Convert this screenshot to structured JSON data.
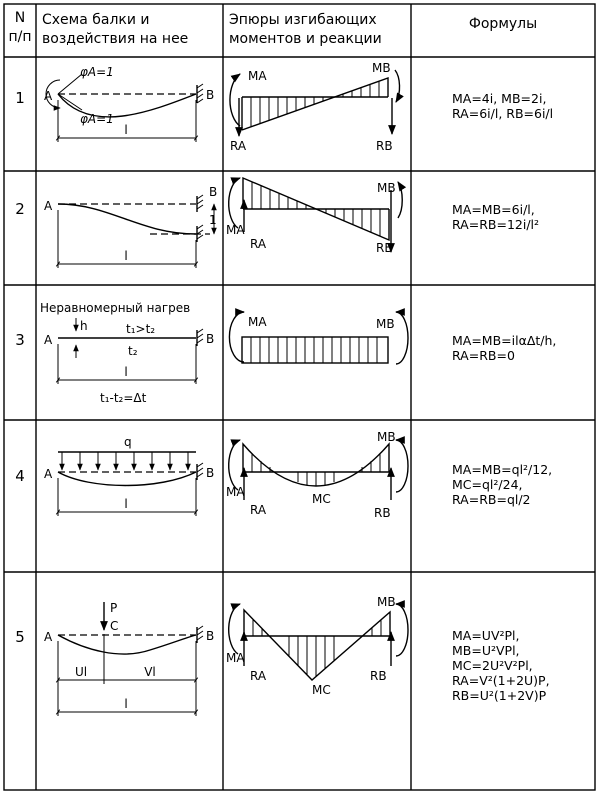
{
  "header": {
    "col1": [
      "N",
      "п/п"
    ],
    "col2": [
      "Схема балки и",
      "воздействия на нее"
    ],
    "col3": [
      "Эпюры изгибающих",
      "моментов и реакции"
    ],
    "col4": "Формулы"
  },
  "rows": [
    {
      "num": "1",
      "scheme": {
        "A": "A",
        "B": "B",
        "phi_top": "φA=1",
        "phi_bottom": "φA=1",
        "span": "l"
      },
      "diagram": {
        "MA": "MA",
        "MB": "MB",
        "RA": "RA",
        "RB": "RB"
      },
      "formulas": [
        "MA=4i,  MB=2i,",
        "RA=6i/l,  RB=6i/l"
      ]
    },
    {
      "num": "2",
      "scheme": {
        "A": "A",
        "B": "B",
        "delta": "1",
        "span": "l"
      },
      "diagram": {
        "MA": "MA",
        "MB": "MB",
        "RA": "RA",
        "RB": "RB"
      },
      "formulas": [
        "MA=MB=6i/l,",
        "RA=RB=12i/l²"
      ]
    },
    {
      "num": "3",
      "scheme": {
        "A": "A",
        "B": "B",
        "title": "Неравномерный нагрев",
        "h": "h",
        "t_top": "t₁>t₂",
        "t_mid": "t₂",
        "span": "l",
        "dt": "t₁-t₂=Δt"
      },
      "diagram": {
        "MA": "MA",
        "MB": "MB"
      },
      "formulas": [
        "MA=MB=ilαΔt/h,",
        "RA=RB=0"
      ]
    },
    {
      "num": "4",
      "scheme": {
        "A": "A",
        "B": "B",
        "q": "q",
        "span": "l"
      },
      "diagram": {
        "MA": "MA",
        "MB": "MB",
        "MC": "MC",
        "RA": "RA",
        "RB": "RB"
      },
      "formulas": [
        "MA=MB=ql²/12,",
        "MC=ql²/24,",
        "RA=RB=ql/2"
      ]
    },
    {
      "num": "5",
      "scheme": {
        "A": "A",
        "B": "B",
        "P": "P",
        "C": "C",
        "ul": "Ul",
        "vl": "Vl",
        "span": "l"
      },
      "diagram": {
        "MA": "MA",
        "MB": "MB",
        "MC": "MC",
        "RA": "RA",
        "RB": "RB"
      },
      "formulas": [
        "MA=UV²Pl,",
        "MB=U²VPl,",
        "MC=2U²V²Pl,",
        "RA=V²(1+2U)P,",
        "RB=U²(1+2V)P"
      ]
    }
  ]
}
